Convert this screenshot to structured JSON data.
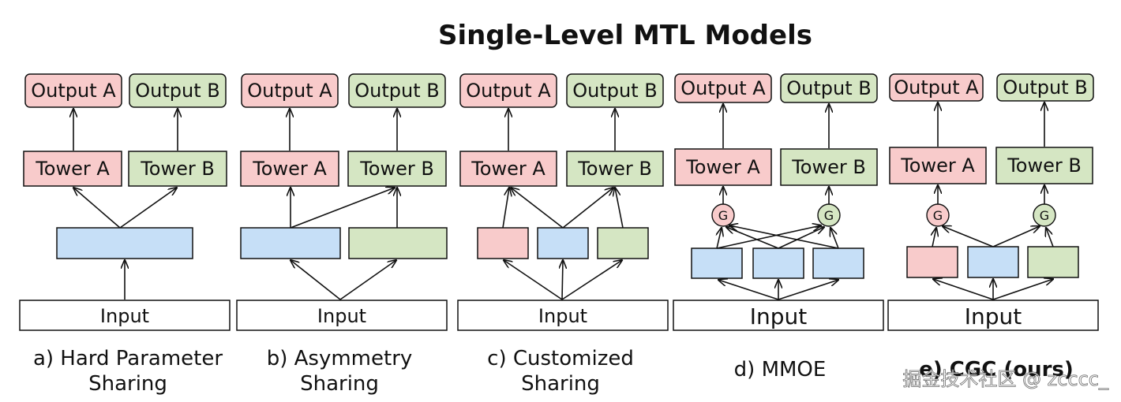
{
  "title": "Single-Level MTL Models",
  "labels": {
    "output_a": "Output A",
    "output_b": "Output B",
    "tower_a": "Tower A",
    "tower_b": "Tower B",
    "input": "Input",
    "gate": "G"
  },
  "colors": {
    "task_a": "#f8cbcb",
    "task_b": "#d5e6c3",
    "shared": "#c6dff7",
    "stroke": "#111111"
  },
  "panels": [
    {
      "id": "a",
      "caption_lines": [
        "a) Hard Parameter",
        "Sharing"
      ]
    },
    {
      "id": "b",
      "caption_lines": [
        "b) Asymmetry",
        "Sharing"
      ]
    },
    {
      "id": "c",
      "caption_lines": [
        "c) Customized",
        "Sharing"
      ]
    },
    {
      "id": "d",
      "caption_lines": [
        "d) MMOE"
      ]
    },
    {
      "id": "e",
      "caption_lines": [
        "e) CGC (ours)"
      ]
    }
  ],
  "watermark": "掘金技术社区 @ zcccc_"
}
